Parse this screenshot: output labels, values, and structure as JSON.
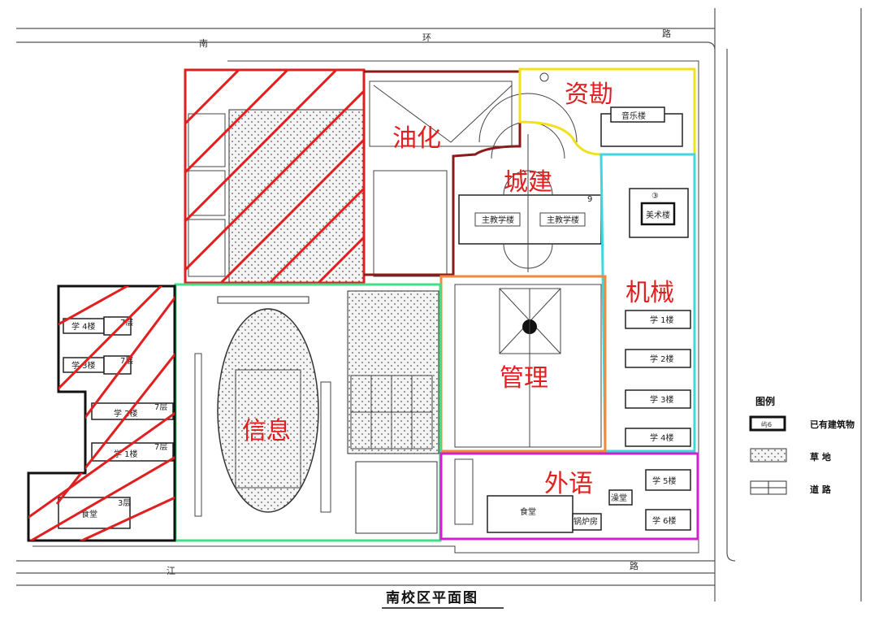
{
  "title": "南校区平面图",
  "roads": {
    "top": [
      "南",
      "环",
      "路"
    ],
    "bottom": [
      "江",
      "路"
    ]
  },
  "zones": [
    {
      "name": "油化",
      "color": "#8b1a1a"
    },
    {
      "name": "资勘",
      "color": "#f2e01a"
    },
    {
      "name": "城建",
      "color": "#8b1a1a"
    },
    {
      "name": "机械",
      "color": "#3fd6e0"
    },
    {
      "name": "管理",
      "color": "#f08a3a"
    },
    {
      "name": "信息",
      "color": "#3ee08a"
    },
    {
      "name": "外语",
      "color": "#d020d0"
    }
  ],
  "buildings": {
    "music": "音乐楼",
    "art": "美术楼",
    "art_no": "③",
    "main_left": "主教学楼",
    "main_right": "主教学楼",
    "main_no": "9",
    "right_dorms": [
      "学 1楼",
      "学 2楼",
      "学 3楼",
      "学 4楼",
      "学 5楼",
      "学 6楼"
    ],
    "left_dorms": [
      "学 4楼",
      "学 3楼",
      "学 2楼",
      "学 1楼"
    ],
    "floors7": "7层",
    "canteen_left": "食堂",
    "floors3": "3层",
    "canteen_south": "食堂",
    "boiler": "锅炉房",
    "bath": "澡堂"
  },
  "legend": {
    "title": "图例",
    "items": [
      {
        "sample": "屿6",
        "label": "已有建筑物"
      },
      {
        "label": "草 地"
      },
      {
        "label": "道 路"
      }
    ]
  },
  "hatch_color": "#e02020"
}
